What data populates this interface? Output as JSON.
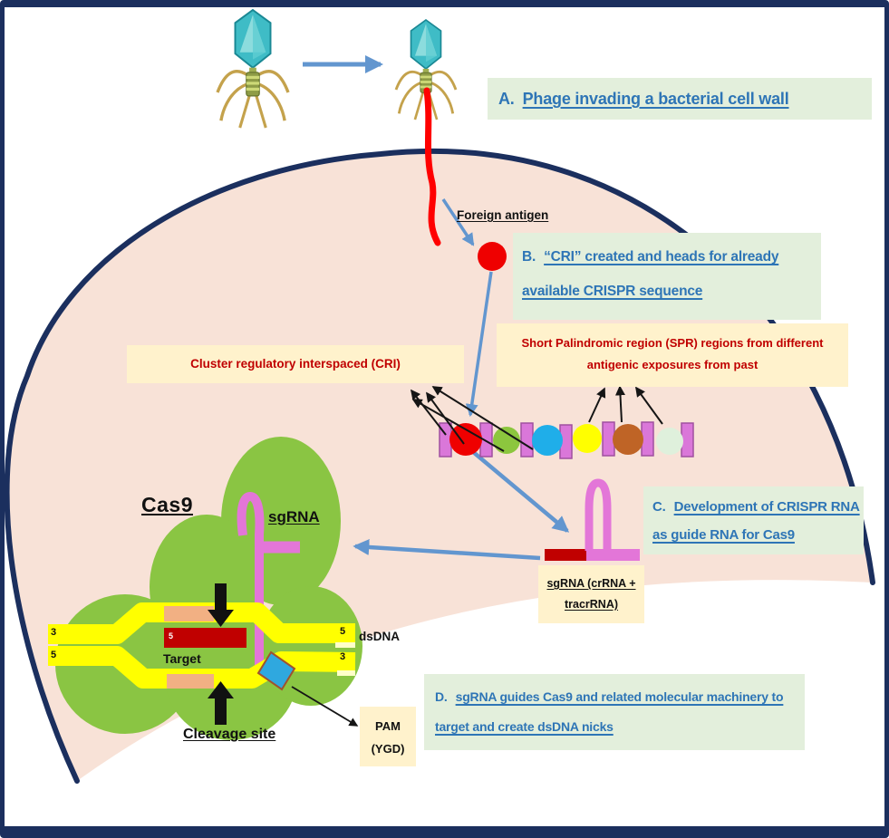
{
  "steps": {
    "a": {
      "prefix": "A.",
      "text": "Phage invading a bacterial cell wall"
    },
    "b": {
      "prefix": "B.",
      "line1": "“CRI” created and  heads for already",
      "line2": "available CRISPR sequence"
    },
    "c": {
      "prefix": "C.",
      "line1": "Development of CRISPR RNA",
      "line2": "as guide RNA for Cas9"
    },
    "d": {
      "prefix": "D.",
      "line1": "sgRNA guides Cas9 and related molecular machinery to",
      "line2": "target and create dsDNA nicks"
    }
  },
  "callouts": {
    "cri": "Cluster regulatory interspaced (CRI)",
    "spr_line1": "Short Palindromic region (SPR) regions from different",
    "spr_line2": "antigenic exposures from past",
    "sgrna_line1": "sgRNA (crRNA +",
    "sgrna_line2": "tracrRNA)",
    "pam_line1": "PAM",
    "pam_line2": "(YGD)"
  },
  "labels": {
    "foreign_antigen": "Foreign antigen",
    "cas9": "Cas9",
    "sgrna": "sgRNA",
    "target": "Target",
    "cleavage_site": "Cleavage site",
    "dsdna": "dsDNA",
    "left_top": "3",
    "left_bottom": "5",
    "right_top": "5",
    "right_bottom": "3",
    "protospacer_5": "5"
  },
  "crispr_array": {
    "repeat_count": 7,
    "spacer_colors": [
      "red",
      "green",
      "blue",
      "yellow",
      "brown",
      "pale-green"
    ]
  },
  "colors": {
    "membrane_navy": "#1B2F5E",
    "cytoplasm_peach": "#F8E2D7",
    "step_box_green": "#E3EFDC",
    "note_box_cream": "#FFF2CC",
    "heading_blue": "#2E75B6",
    "note_red": "#C00000",
    "cas9_green": "#8AC543",
    "dna_yellow": "#FFFF00",
    "guide_pink": "#E376D8",
    "target_bar_red": "#C00000",
    "pam_blue": "#2FA8DF",
    "repeat_pink": "#DA77D9",
    "antigen_red": "#FF0000",
    "phage_teal": "#3FBCC6",
    "arrow_blue": "#6296CF"
  }
}
